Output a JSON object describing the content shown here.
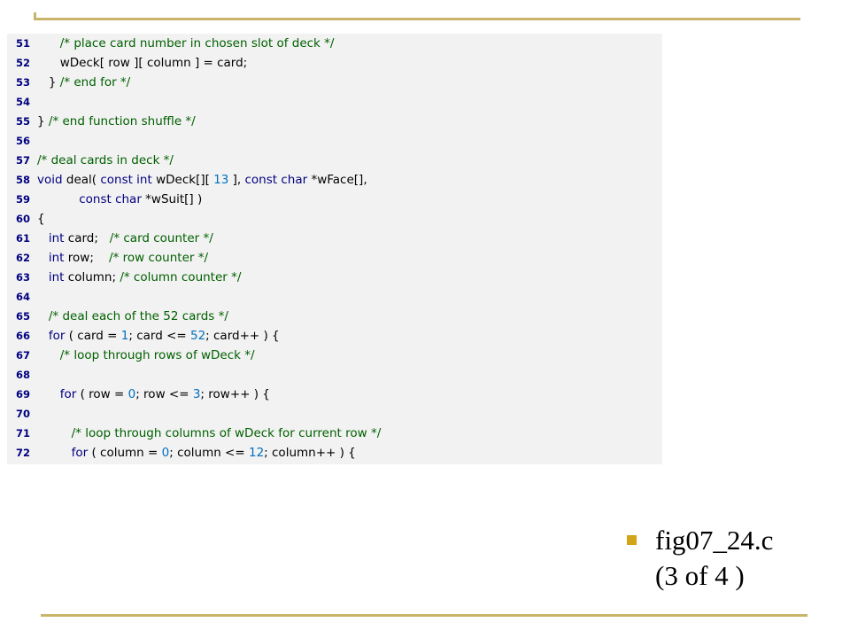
{
  "caption": {
    "line1": "fig07_24.c",
    "line2": "(3 of 4 )"
  },
  "colors": {
    "keyword": "#000080",
    "comment": "#006000",
    "number": "#0070c0",
    "rule": "#c9b56a",
    "bullet": "#d4a418",
    "panel": "#f2f2f2"
  },
  "code": [
    {
      "num": "51",
      "tokens": [
        {
          "t": "      ",
          "c": ""
        },
        {
          "t": "/* place card number in chosen slot of deck */",
          "c": "cm"
        }
      ]
    },
    {
      "num": "52",
      "tokens": [
        {
          "t": "      wDeck[ row ][ column ] = card;",
          "c": ""
        }
      ]
    },
    {
      "num": "53",
      "tokens": [
        {
          "t": "   } ",
          "c": ""
        },
        {
          "t": "/* end for */",
          "c": "cm"
        }
      ]
    },
    {
      "num": "54",
      "tokens": []
    },
    {
      "num": "55",
      "tokens": [
        {
          "t": "} ",
          "c": ""
        },
        {
          "t": "/* end function shuffle */",
          "c": "cm"
        }
      ]
    },
    {
      "num": "56",
      "tokens": []
    },
    {
      "num": "57",
      "tokens": [
        {
          "t": "/* deal cards in deck */",
          "c": "cm"
        }
      ]
    },
    {
      "num": "58",
      "tokens": [
        {
          "t": "void",
          "c": "kw"
        },
        {
          "t": " deal( ",
          "c": ""
        },
        {
          "t": "const int",
          "c": "kw"
        },
        {
          "t": " wDeck[][ ",
          "c": ""
        },
        {
          "t": "13",
          "c": "num"
        },
        {
          "t": " ], ",
          "c": ""
        },
        {
          "t": "const char",
          "c": "kw"
        },
        {
          "t": " *wFace[],",
          "c": ""
        }
      ]
    },
    {
      "num": "59",
      "tokens": [
        {
          "t": "           ",
          "c": ""
        },
        {
          "t": "const char",
          "c": "kw"
        },
        {
          "t": " *wSuit[] )",
          "c": ""
        }
      ]
    },
    {
      "num": "60",
      "tokens": [
        {
          "t": "{",
          "c": ""
        }
      ]
    },
    {
      "num": "61",
      "tokens": [
        {
          "t": "   ",
          "c": ""
        },
        {
          "t": "int",
          "c": "kw"
        },
        {
          "t": " card;   ",
          "c": ""
        },
        {
          "t": "/* card counter */",
          "c": "cm"
        }
      ]
    },
    {
      "num": "62",
      "tokens": [
        {
          "t": "   ",
          "c": ""
        },
        {
          "t": "int",
          "c": "kw"
        },
        {
          "t": " row;    ",
          "c": ""
        },
        {
          "t": "/* row counter */",
          "c": "cm"
        }
      ]
    },
    {
      "num": "63",
      "tokens": [
        {
          "t": "   ",
          "c": ""
        },
        {
          "t": "int",
          "c": "kw"
        },
        {
          "t": " column; ",
          "c": ""
        },
        {
          "t": "/* column counter */",
          "c": "cm"
        }
      ]
    },
    {
      "num": "64",
      "tokens": []
    },
    {
      "num": "65",
      "tokens": [
        {
          "t": "   ",
          "c": ""
        },
        {
          "t": "/* deal each of the 52 cards */",
          "c": "cm"
        }
      ]
    },
    {
      "num": "66",
      "tokens": [
        {
          "t": "   ",
          "c": ""
        },
        {
          "t": "for",
          "c": "kw"
        },
        {
          "t": " ( card = ",
          "c": ""
        },
        {
          "t": "1",
          "c": "num"
        },
        {
          "t": "; card <= ",
          "c": ""
        },
        {
          "t": "52",
          "c": "num"
        },
        {
          "t": "; card++ ) {",
          "c": ""
        }
      ]
    },
    {
      "num": "67",
      "tokens": [
        {
          "t": "      ",
          "c": ""
        },
        {
          "t": "/* loop through rows of wDeck */",
          "c": "cm"
        }
      ]
    },
    {
      "num": "68",
      "tokens": []
    },
    {
      "num": "69",
      "tokens": [
        {
          "t": "      ",
          "c": ""
        },
        {
          "t": "for",
          "c": "kw"
        },
        {
          "t": " ( row = ",
          "c": ""
        },
        {
          "t": "0",
          "c": "num"
        },
        {
          "t": "; row <= ",
          "c": ""
        },
        {
          "t": "3",
          "c": "num"
        },
        {
          "t": "; row++ ) {",
          "c": ""
        }
      ]
    },
    {
      "num": "70",
      "tokens": []
    },
    {
      "num": "71",
      "tokens": [
        {
          "t": "         ",
          "c": ""
        },
        {
          "t": "/* loop through columns of wDeck for current row */",
          "c": "cm"
        }
      ]
    },
    {
      "num": "72",
      "tokens": [
        {
          "t": "         ",
          "c": ""
        },
        {
          "t": "for",
          "c": "kw"
        },
        {
          "t": " ( column = ",
          "c": ""
        },
        {
          "t": "0",
          "c": "num"
        },
        {
          "t": "; column <= ",
          "c": ""
        },
        {
          "t": "12",
          "c": "num"
        },
        {
          "t": "; column++ ) {",
          "c": ""
        }
      ]
    }
  ]
}
